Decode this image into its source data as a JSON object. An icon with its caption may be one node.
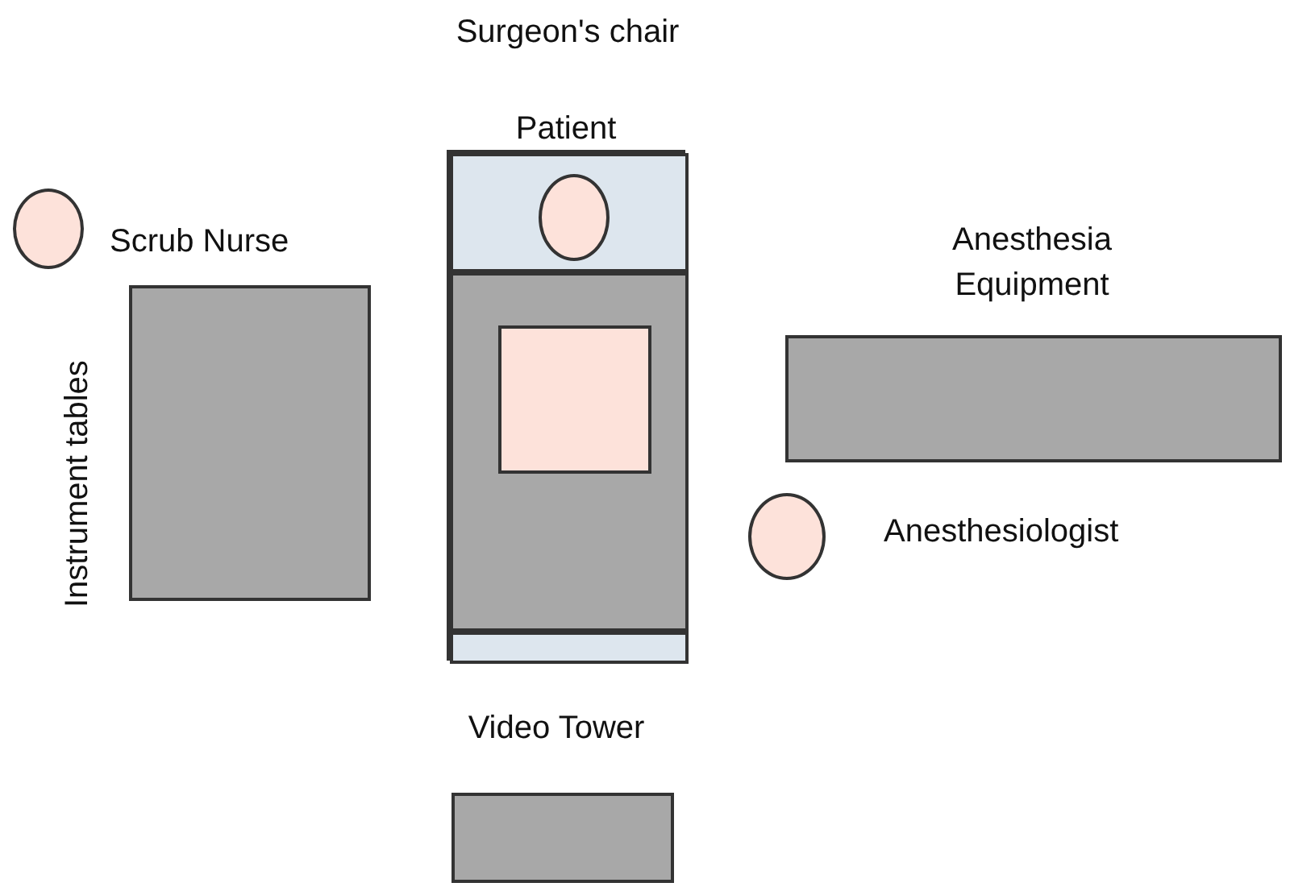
{
  "diagram": {
    "nodes": [
      {
        "text": [
          "Patient"
        ]
      },
      {
        "text": [],
        "shape": "box",
        "in": 0
      },
      {
        "text": [],
        "shape": "circle",
        "in": 1
      },
      {
        "text": [],
        "shape": "box",
        "in": 0
      },
      {
        "text": [],
        "shape": "box",
        "in": 3
      },
      {
        "text": [],
        "shape": "box",
        "in": 0
      },
      {
        "text": [
          "Scrub Nurse"
        ]
      },
      {
        "text": [
          "Instrument tables"
        ]
      },
      {
        "text": [
          "Anesthesia Equipment"
        ]
      },
      {
        "text": [
          "Anesthesiologist"
        ]
      },
      {
        "text": [
          "Video Tower"
        ]
      }
    ],
    "edges": [],
    "labels": [
      "Surgeon's chair"
    ]
  }
}
